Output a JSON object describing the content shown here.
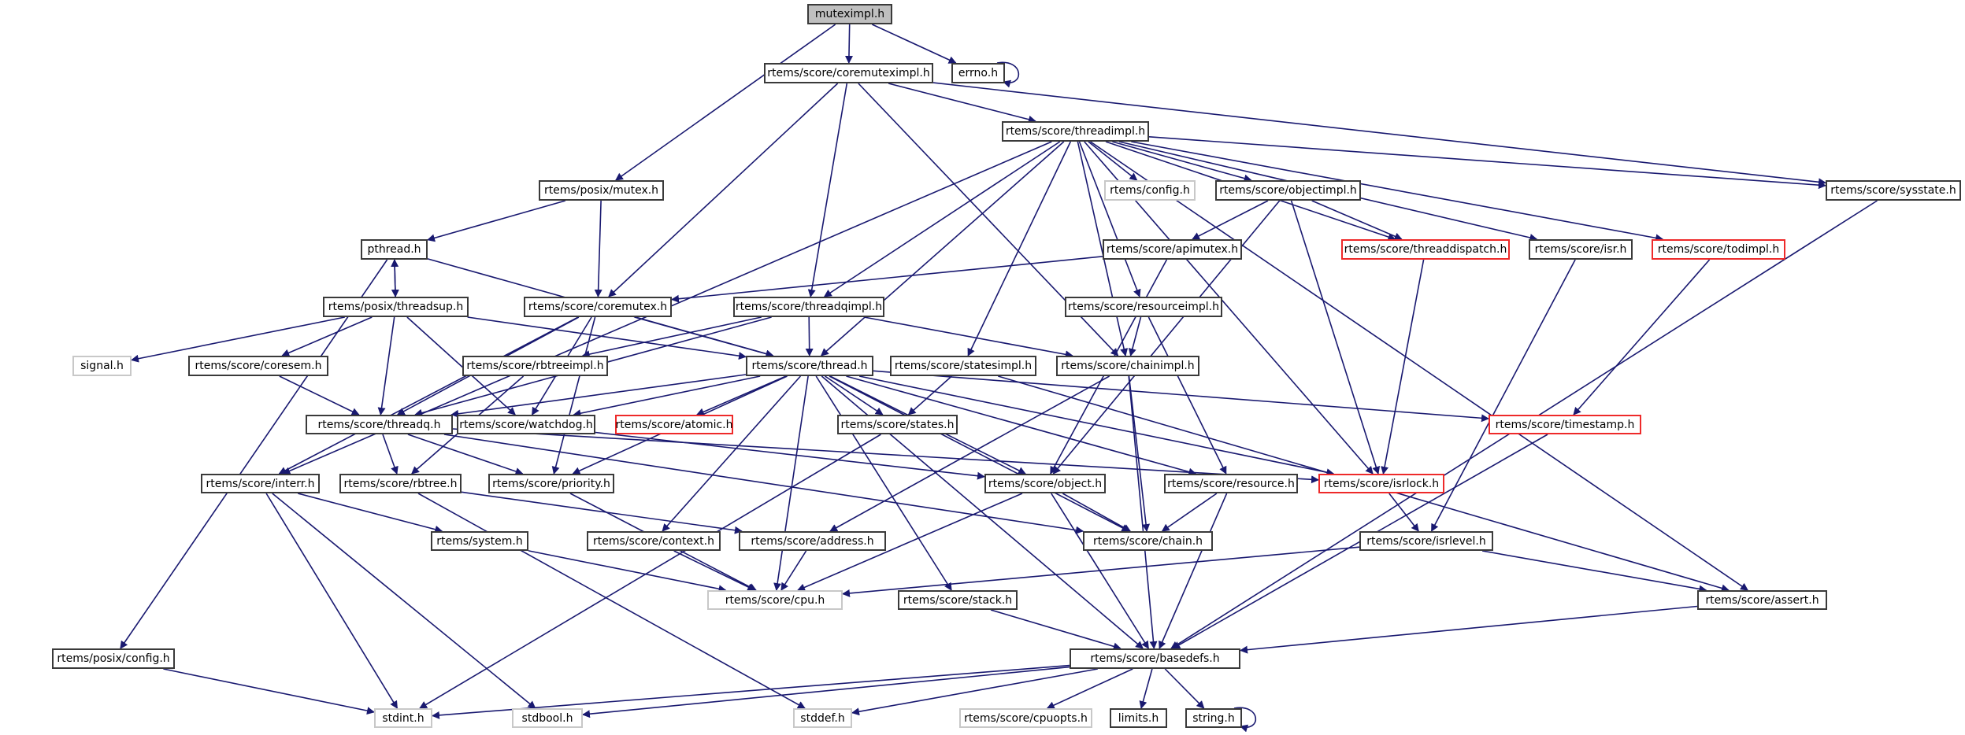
{
  "title": "muteximpl.h include dependency graph",
  "colors": {
    "edge": "#191970",
    "node_border": "#3a3a3a",
    "root_fill": "#bfbfbf",
    "external_border": "#c8c8c8",
    "truncated_border": "#ee2a2a"
  },
  "nodes": [
    {
      "id": "muteximpl",
      "label": "muteximpl.h",
      "kind": "root"
    },
    {
      "id": "coremuteximpl",
      "label": "rtems/score/coremuteximpl.h",
      "kind": "normal"
    },
    {
      "id": "errno",
      "label": "errno.h",
      "kind": "normal"
    },
    {
      "id": "threadimpl",
      "label": "rtems/score/threadimpl.h",
      "kind": "normal"
    },
    {
      "id": "config",
      "label": "rtems/config.h",
      "kind": "external"
    },
    {
      "id": "objectimpl",
      "label": "rtems/score/objectimpl.h",
      "kind": "normal"
    },
    {
      "id": "sysstate",
      "label": "rtems/score/sysstate.h",
      "kind": "normal"
    },
    {
      "id": "posixmutex",
      "label": "rtems/posix/mutex.h",
      "kind": "normal"
    },
    {
      "id": "pthread",
      "label": "pthread.h",
      "kind": "normal"
    },
    {
      "id": "apimutex",
      "label": "rtems/score/apimutex.h",
      "kind": "normal"
    },
    {
      "id": "threaddispatch",
      "label": "rtems/score/threaddispatch.h",
      "kind": "truncated"
    },
    {
      "id": "isr",
      "label": "rtems/score/isr.h",
      "kind": "normal"
    },
    {
      "id": "todimpl",
      "label": "rtems/score/todimpl.h",
      "kind": "truncated"
    },
    {
      "id": "threadsup",
      "label": "rtems/posix/threadsup.h",
      "kind": "normal"
    },
    {
      "id": "coremutex",
      "label": "rtems/score/coremutex.h",
      "kind": "normal"
    },
    {
      "id": "threadqimpl",
      "label": "rtems/score/threadqimpl.h",
      "kind": "normal"
    },
    {
      "id": "resourceimpl",
      "label": "rtems/score/resourceimpl.h",
      "kind": "normal"
    },
    {
      "id": "signal",
      "label": "signal.h",
      "kind": "external"
    },
    {
      "id": "coresem",
      "label": "rtems/score/coresem.h",
      "kind": "normal"
    },
    {
      "id": "rbtreeimpl",
      "label": "rtems/score/rbtreeimpl.h",
      "kind": "normal"
    },
    {
      "id": "thread",
      "label": "rtems/score/thread.h",
      "kind": "normal"
    },
    {
      "id": "statesimpl",
      "label": "rtems/score/statesimpl.h",
      "kind": "normal"
    },
    {
      "id": "chainimpl",
      "label": "rtems/score/chainimpl.h",
      "kind": "normal"
    },
    {
      "id": "threadq",
      "label": "rtems/score/threadq.h",
      "kind": "normal"
    },
    {
      "id": "watchdog",
      "label": "rtems/score/watchdog.h",
      "kind": "normal"
    },
    {
      "id": "atomic",
      "label": "rtems/score/atomic.h",
      "kind": "truncated"
    },
    {
      "id": "states",
      "label": "rtems/score/states.h",
      "kind": "normal"
    },
    {
      "id": "timestamp",
      "label": "rtems/score/timestamp.h",
      "kind": "truncated"
    },
    {
      "id": "interr",
      "label": "rtems/score/interr.h",
      "kind": "normal"
    },
    {
      "id": "rbtree",
      "label": "rtems/score/rbtree.h",
      "kind": "normal"
    },
    {
      "id": "priority",
      "label": "rtems/score/priority.h",
      "kind": "normal"
    },
    {
      "id": "object",
      "label": "rtems/score/object.h",
      "kind": "normal"
    },
    {
      "id": "resource",
      "label": "rtems/score/resource.h",
      "kind": "normal"
    },
    {
      "id": "isrlock",
      "label": "rtems/score/isrlock.h",
      "kind": "truncated"
    },
    {
      "id": "system",
      "label": "rtems/system.h",
      "kind": "normal"
    },
    {
      "id": "context",
      "label": "rtems/score/context.h",
      "kind": "normal"
    },
    {
      "id": "address",
      "label": "rtems/score/address.h",
      "kind": "normal"
    },
    {
      "id": "chain",
      "label": "rtems/score/chain.h",
      "kind": "normal"
    },
    {
      "id": "isrlevel",
      "label": "rtems/score/isrlevel.h",
      "kind": "normal"
    },
    {
      "id": "cpu",
      "label": "rtems/score/cpu.h",
      "kind": "external"
    },
    {
      "id": "stack",
      "label": "rtems/score/stack.h",
      "kind": "normal"
    },
    {
      "id": "assert",
      "label": "rtems/score/assert.h",
      "kind": "normal"
    },
    {
      "id": "posixconfig",
      "label": "rtems/posix/config.h",
      "kind": "normal"
    },
    {
      "id": "basedefs",
      "label": "rtems/score/basedefs.h",
      "kind": "normal"
    },
    {
      "id": "stdint",
      "label": "stdint.h",
      "kind": "external"
    },
    {
      "id": "stdbool",
      "label": "stdbool.h",
      "kind": "external"
    },
    {
      "id": "stddef",
      "label": "stddef.h",
      "kind": "external"
    },
    {
      "id": "cpuopts",
      "label": "rtems/score/cpuopts.h",
      "kind": "external"
    },
    {
      "id": "limits",
      "label": "limits.h",
      "kind": "normal"
    },
    {
      "id": "string",
      "label": "string.h",
      "kind": "normal"
    }
  ],
  "edges": [
    [
      "muteximpl",
      "coremuteximpl"
    ],
    [
      "muteximpl",
      "errno"
    ],
    [
      "muteximpl",
      "posixmutex"
    ],
    [
      "errno",
      "errno"
    ],
    [
      "coremuteximpl",
      "threadimpl"
    ],
    [
      "coremuteximpl",
      "sysstate"
    ],
    [
      "coremuteximpl",
      "coremutex"
    ],
    [
      "coremuteximpl",
      "threadqimpl"
    ],
    [
      "coremuteximpl",
      "chainimpl"
    ],
    [
      "threadimpl",
      "config"
    ],
    [
      "threadimpl",
      "objectimpl"
    ],
    [
      "threadimpl",
      "sysstate"
    ],
    [
      "threadimpl",
      "threaddispatch"
    ],
    [
      "threadimpl",
      "isr"
    ],
    [
      "threadimpl",
      "todimpl"
    ],
    [
      "threadimpl",
      "interr"
    ],
    [
      "threadimpl",
      "threadqimpl"
    ],
    [
      "threadimpl",
      "thread"
    ],
    [
      "threadimpl",
      "statesimpl"
    ],
    [
      "threadimpl",
      "chainimpl"
    ],
    [
      "threadimpl",
      "resourceimpl"
    ],
    [
      "threadimpl",
      "assert"
    ],
    [
      "threadimpl",
      "isrlock"
    ],
    [
      "posixmutex",
      "pthread"
    ],
    [
      "posixmutex",
      "coremutex"
    ],
    [
      "pthread",
      "threadsup"
    ],
    [
      "threadsup",
      "pthread"
    ],
    [
      "pthread",
      "posixconfig"
    ],
    [
      "pthread",
      "thread"
    ],
    [
      "threadsup",
      "signal"
    ],
    [
      "threadsup",
      "coresem"
    ],
    [
      "threadsup",
      "threadq"
    ],
    [
      "threadsup",
      "thread"
    ],
    [
      "threadsup",
      "watchdog"
    ],
    [
      "objectimpl",
      "apimutex"
    ],
    [
      "objectimpl",
      "threaddispatch"
    ],
    [
      "objectimpl",
      "object"
    ],
    [
      "objectimpl",
      "isrlock"
    ],
    [
      "apimutex",
      "coremutex"
    ],
    [
      "apimutex",
      "object"
    ],
    [
      "threaddispatch",
      "isrlock"
    ],
    [
      "isr",
      "isrlevel"
    ],
    [
      "todimpl",
      "timestamp"
    ],
    [
      "coremutex",
      "thread"
    ],
    [
      "coremutex",
      "threadq"
    ],
    [
      "coremutex",
      "watchdog"
    ],
    [
      "coremutex",
      "interr"
    ],
    [
      "coremutex",
      "priority"
    ],
    [
      "threadqimpl",
      "thread"
    ],
    [
      "threadqimpl",
      "rbtreeimpl"
    ],
    [
      "threadqimpl",
      "chainimpl"
    ],
    [
      "threadqimpl",
      "threadq"
    ],
    [
      "resourceimpl",
      "chainimpl"
    ],
    [
      "resourceimpl",
      "resource"
    ],
    [
      "coresem",
      "threadq"
    ],
    [
      "rbtreeimpl",
      "rbtree"
    ],
    [
      "thread",
      "threadq"
    ],
    [
      "thread",
      "watchdog"
    ],
    [
      "thread",
      "atomic"
    ],
    [
      "thread",
      "states"
    ],
    [
      "thread",
      "object"
    ],
    [
      "thread",
      "resource"
    ],
    [
      "thread",
      "isrlock"
    ],
    [
      "thread",
      "timestamp"
    ],
    [
      "thread",
      "priority"
    ],
    [
      "thread",
      "context"
    ],
    [
      "thread",
      "stack"
    ],
    [
      "thread",
      "chain"
    ],
    [
      "thread",
      "cpu"
    ],
    [
      "thread",
      "basedefs"
    ],
    [
      "statesimpl",
      "states"
    ],
    [
      "statesimpl",
      "assert"
    ],
    [
      "chainimpl",
      "chain"
    ],
    [
      "chainimpl",
      "address"
    ],
    [
      "chainimpl",
      "basedefs"
    ],
    [
      "threadq",
      "rbtree"
    ],
    [
      "threadq",
      "priority"
    ],
    [
      "threadq",
      "chain"
    ],
    [
      "threadq",
      "isrlock"
    ],
    [
      "watchdog",
      "object"
    ],
    [
      "states",
      "stdint"
    ],
    [
      "timestamp",
      "basedefs"
    ],
    [
      "interr",
      "system"
    ],
    [
      "interr",
      "stdint"
    ],
    [
      "interr",
      "stdbool"
    ],
    [
      "rbtree",
      "address"
    ],
    [
      "rbtree",
      "stddef"
    ],
    [
      "priority",
      "cpu"
    ],
    [
      "object",
      "chain"
    ],
    [
      "object",
      "cpu"
    ],
    [
      "object",
      "basedefs"
    ],
    [
      "resource",
      "chain"
    ],
    [
      "resource",
      "basedefs"
    ],
    [
      "isrlock",
      "isrlevel"
    ],
    [
      "system",
      "cpu"
    ],
    [
      "context",
      "cpu"
    ],
    [
      "address",
      "cpu"
    ],
    [
      "isrlevel",
      "cpu"
    ],
    [
      "isrlevel",
      "assert"
    ],
    [
      "stack",
      "basedefs"
    ],
    [
      "assert",
      "basedefs"
    ],
    [
      "sysstate",
      "basedefs"
    ],
    [
      "posixconfig",
      "stdint"
    ],
    [
      "basedefs",
      "stdint"
    ],
    [
      "basedefs",
      "stdbool"
    ],
    [
      "basedefs",
      "stddef"
    ],
    [
      "basedefs",
      "cpuopts"
    ],
    [
      "basedefs",
      "limits"
    ],
    [
      "basedefs",
      "string"
    ],
    [
      "string",
      "string"
    ]
  ]
}
